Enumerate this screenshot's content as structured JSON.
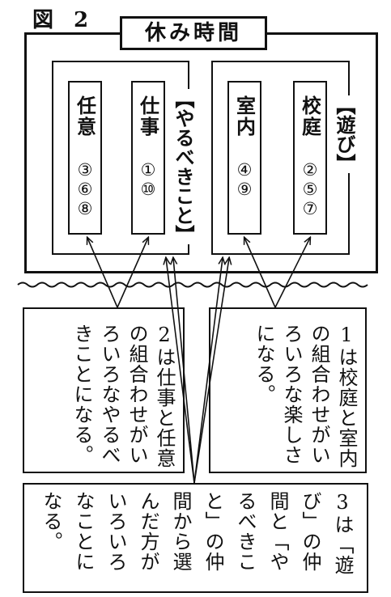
{
  "figure_label": "図 2",
  "title": "休み時間",
  "yarubeki": {
    "bracket_label": "【やるべきこと】",
    "columns": [
      {
        "label": "仕事",
        "nums": "①⑩"
      },
      {
        "label": "任意",
        "nums": "③⑥⑧"
      }
    ]
  },
  "asobi": {
    "bracket_label": "【遊び】",
    "columns": [
      {
        "label": "校庭",
        "nums": "②⑤⑦"
      },
      {
        "label": "室内",
        "nums": "④⑨"
      }
    ]
  },
  "notes": {
    "note1": {
      "lines": [
        "1は校庭と室内",
        "の組合わせがい",
        "ろいろな楽しさ",
        "になる。"
      ]
    },
    "note2": {
      "lines": [
        "2は仕事と任意",
        "の組合わせがい",
        "ろいろなやるべ",
        "きことになる。"
      ]
    },
    "note3": {
      "lines": [
        "3は「遊",
        "び」の仲",
        "間と「や",
        "るべきこ",
        "と」の仲",
        "間から選",
        "んだ方が",
        "いろいろ",
        "なことに",
        "なる。"
      ]
    }
  }
}
